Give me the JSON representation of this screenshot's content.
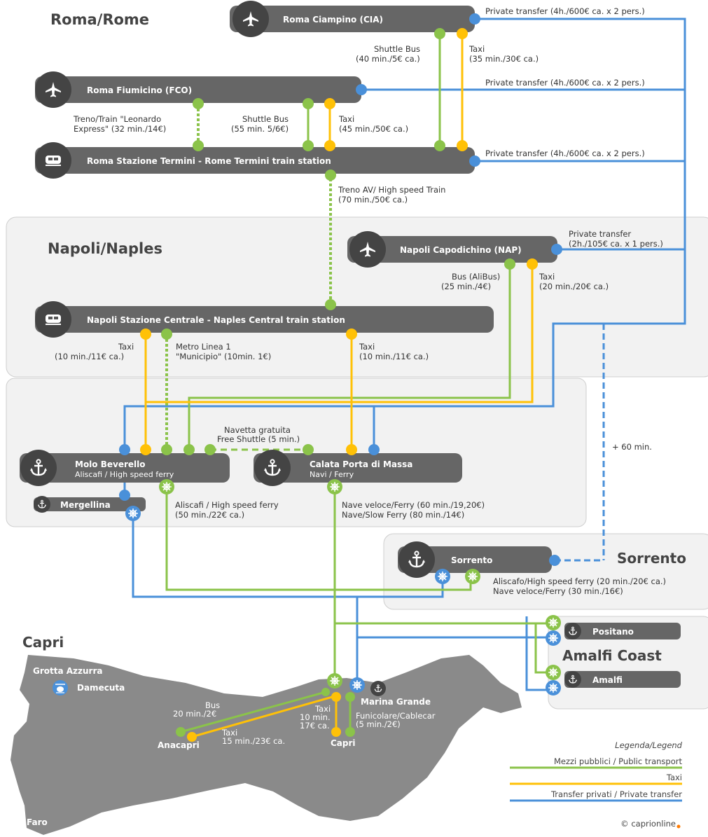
{
  "regions": {
    "rome": "Roma/Rome",
    "naples": "Napoli/Naples",
    "sorrento": "Sorrento",
    "amalfi": "Amalfi Coast",
    "capri": "Capri"
  },
  "nodes": {
    "ciampino": "Roma Ciampino (CIA)",
    "fiumicino": "Roma Fiumicino (FCO)",
    "termini": "Roma Stazione Termini - Rome Termini train station",
    "capodichino": "Napoli Capodichino (NAP)",
    "centrale": "Napoli Stazione Centrale - Naples Central train station",
    "beverello": "Molo Beverello",
    "beverello_sub": "Aliscafi / High speed ferry",
    "massa": "Calata Porta di Massa",
    "massa_sub": "Navi / Ferry",
    "mergellina": "Mergellina",
    "sorrento": "Sorrento",
    "positano": "Positano",
    "amalfi": "Amalfi"
  },
  "routes": {
    "cia_private": "Private transfer (4h./600€ ca. x 2 pers.)",
    "fco_private": "Private transfer (4h./600€ ca. x 2 pers.)",
    "termini_private": "Private transfer (4h./600€ ca. x 2 pers.)",
    "cia_shuttle_1": "Shuttle Bus",
    "cia_shuttle_2": "(40 min./5€ ca.)",
    "cia_taxi_1": "Taxi",
    "cia_taxi_2": "(35 min./30€ ca.)",
    "fco_train_1": "Treno/Train \"Leonardo",
    "fco_train_2": "Express\" (32 min./14€)",
    "fco_shuttle_1": "Shuttle Bus",
    "fco_shuttle_2": "(55 min. 5/6€)",
    "fco_taxi_1": "Taxi",
    "fco_taxi_2": "(45 min./50€ ca.)",
    "hs_train_1": "Treno AV/ High speed Train",
    "hs_train_2": "(70 min./50€ ca.)",
    "nap_private_1": "Private transfer",
    "nap_private_2": "(2h./105€ ca. x 1 pers.)",
    "nap_bus_1": "Bus (AliBus)",
    "nap_bus_2": "(25 min./4€)",
    "nap_taxi_1": "Taxi",
    "nap_taxi_2": "(20 min./20€ ca.)",
    "cen_taxi1_1": "Taxi",
    "cen_taxi1_2": "(10 min./11€ ca.)",
    "cen_metro_1": "Metro Linea 1",
    "cen_metro_2": "\"Municipio\" (10min. 1€)",
    "cen_taxi2_1": "Taxi",
    "cen_taxi2_2": "(10 min./11€ ca.)",
    "navetta_1": "Navetta gratuita",
    "navetta_2": "Free Shuttle (5 min.)",
    "plus60": "+ 60 min.",
    "bev_ferry_1": "Aliscafi / High speed ferry",
    "bev_ferry_2": "(50 min./22€ ca.)",
    "massa_ferry_1": "Nave veloce/Ferry (60 min./19,20€)",
    "massa_ferry_2": "Nave/Slow Ferry (80 min./14€)",
    "sor_ferry_1": "Aliscafo/High speed ferry (20 min./20€ ca.)",
    "sor_ferry_2": "Nave veloce/Ferry (30 min./16€)"
  },
  "capri": {
    "grotta": "Grotta Azzurra",
    "damecuta": "Damecuta",
    "marina": "Marina Grande",
    "anacapri": "Anacapri",
    "capri": "Capri",
    "faro": "Faro",
    "bus_1": "Bus",
    "bus_2": "20 min./2€",
    "taxi_ana_1": "Taxi",
    "taxi_ana_2": "15 min./23€ ca.",
    "taxi_cap_1": "Taxi",
    "taxi_cap_2": "10 min.",
    "taxi_cap_3": "17€ ca.",
    "funi_1": "Funicolare/Cablecar",
    "funi_2": "(5 min./2€)"
  },
  "legend": {
    "title": "Legenda/Legend",
    "public": "Mezzi pubblici / Public transport",
    "taxi": "Taxi",
    "private": "Transfer privati / Private transfer"
  },
  "copyright": "© caprionline",
  "colors": {
    "green": "#8bc34a",
    "yellow": "#ffc107",
    "blue": "#4a90d9",
    "node": "#666666",
    "island": "#8a8a8a",
    "panel": "#f2f2f2"
  },
  "icons": [
    "airplane-icon",
    "train-icon",
    "anchor-icon",
    "ship-wheel-icon",
    "helicopter-icon"
  ]
}
